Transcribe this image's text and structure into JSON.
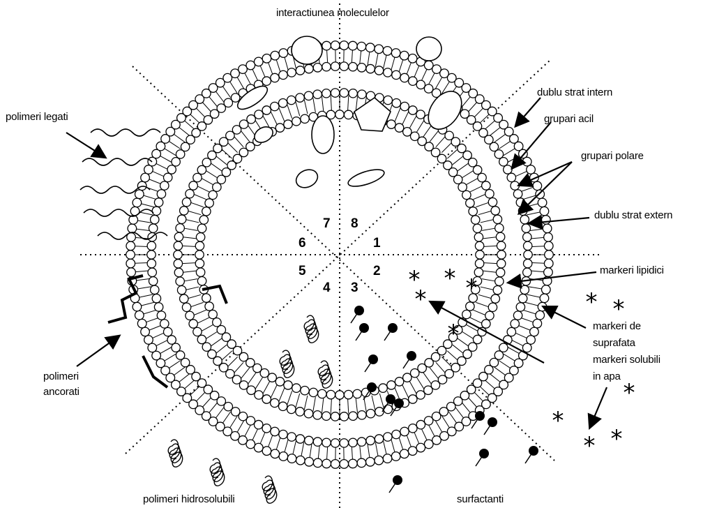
{
  "labels": {
    "top": "interactiunea moleculelor",
    "polimeri_legati": "polimeri legati",
    "dublu_strat_intern": "dublu strat intern",
    "grupari_acil": "grupari acil",
    "grupari_polare": "grupari polare",
    "dublu_strat_extern": "dublu strat extern",
    "markeri_lipidici": "markeri lipidici",
    "markeri_de": "markeri de",
    "suprafata": "suprafata",
    "markeri_solubili": "markeri solubili",
    "in_apa": "in apa",
    "polimeri": "polimeri",
    "ancorati": "ancorati",
    "polimeri_hidrosolubili": "polimeri hidrosolubili",
    "surfactanti": "surfactanti"
  },
  "sectors": [
    "1",
    "2",
    "3",
    "4",
    "5",
    "6",
    "7",
    "8"
  ],
  "colors": {
    "ink": "#000000",
    "paper": "#ffffff"
  }
}
